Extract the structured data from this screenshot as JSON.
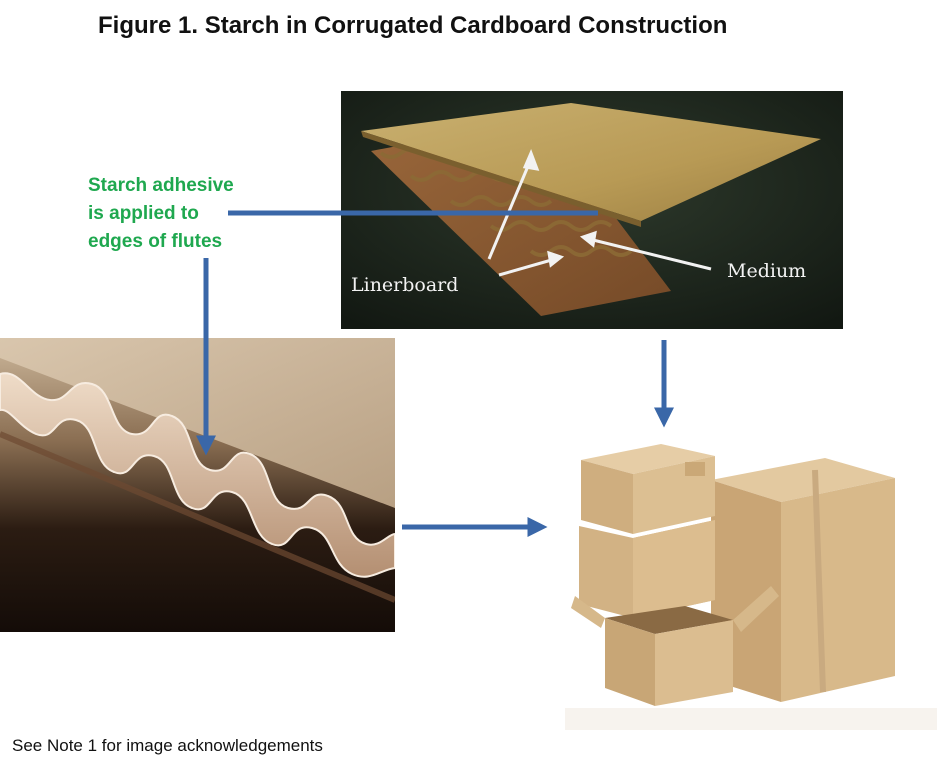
{
  "title": "Figure 1. Starch in Corrugated Cardboard Construction",
  "callout": {
    "line1": "Starch adhesive",
    "line2": "is applied to",
    "line3": "edges of flutes"
  },
  "board_photo": {
    "label_left": "Linerboard",
    "label_right": "Medium"
  },
  "footer_note": "See Note 1 for image acknowledgements",
  "colors": {
    "callout_text": "#1fa84f",
    "arrow": "#3a67a8",
    "cardboard": "#d8b98d"
  }
}
